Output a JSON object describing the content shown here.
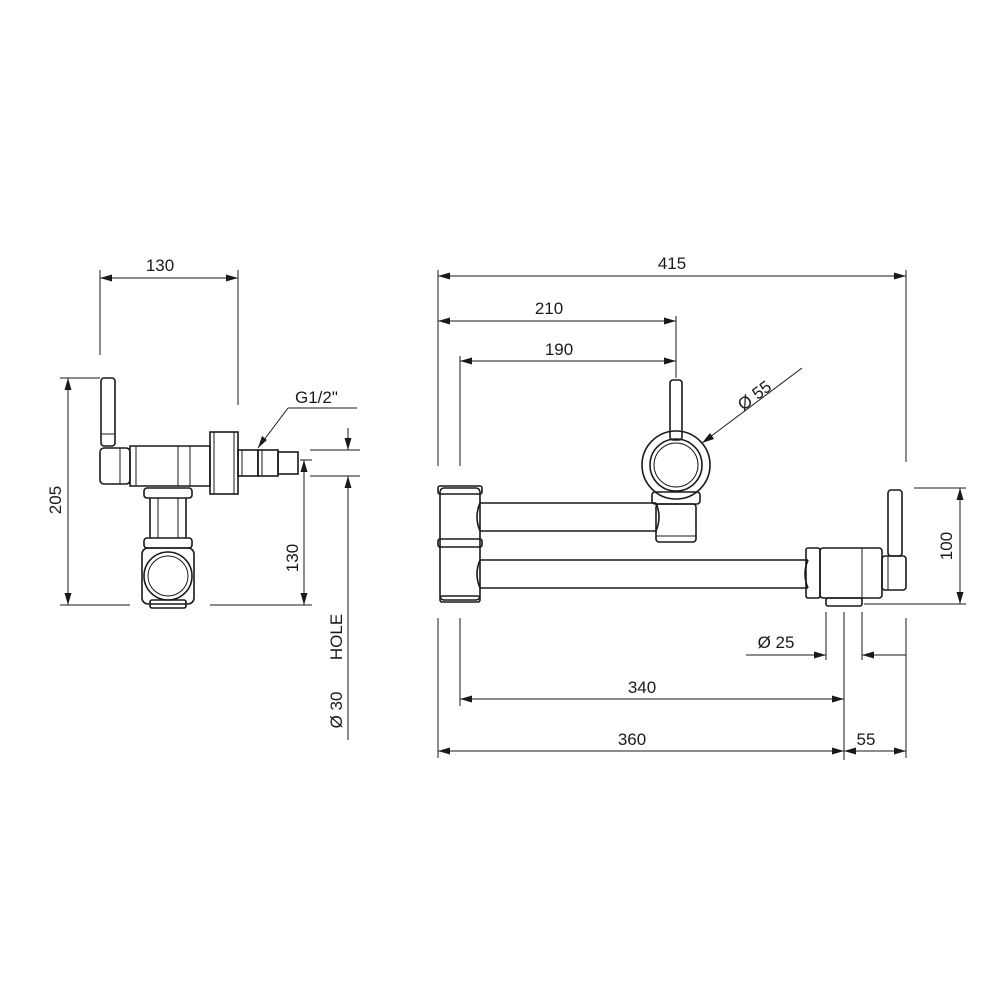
{
  "side_view": {
    "dim_width": "130",
    "dim_height": "205",
    "dim_inlet_height": "130",
    "thread_label": "G1/2\"",
    "hole_label": "HOLE",
    "hole_diameter": "Ø 30"
  },
  "front_view": {
    "dim_total_width": "415",
    "dim_lever_offset": "210",
    "dim_arm_offset": "190",
    "dim_knob_diameter": "Ø 55",
    "dim_height": "100",
    "dim_outlet_diameter": "Ø 25",
    "dim_spout_reach": "340",
    "dim_base_length": "360",
    "dim_end_width": "55"
  }
}
